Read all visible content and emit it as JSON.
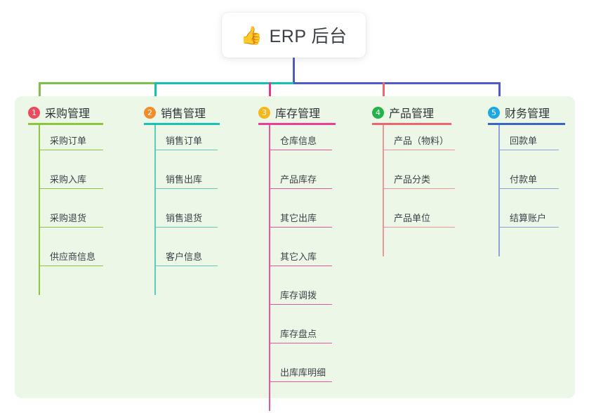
{
  "root": {
    "emoji": "👍",
    "emoji_name": "thumbs-up-icon",
    "label": "ERP 后台"
  },
  "theme": {
    "panel_bg": "#EDF7E8",
    "page_bg": "#FFFFFF",
    "text": "#3d4248",
    "stem": "#4E5BC6"
  },
  "connectors": {
    "stem_color": "#4E5BC6",
    "segments": [
      {
        "name": "green-segment",
        "color": "#7BC24B"
      },
      {
        "name": "teal-segment",
        "color": "#13C2AE"
      },
      {
        "name": "purple-segment",
        "color": "#4E5BC6"
      }
    ],
    "drops": [
      {
        "name": "drop-purchasing",
        "color": "#7BC24B"
      },
      {
        "name": "drop-sales",
        "color": "#13C2AE"
      },
      {
        "name": "drop-inventory",
        "color": "#E8338F"
      },
      {
        "name": "drop-product",
        "color": "#F0656B"
      },
      {
        "name": "drop-finance",
        "color": "#4E5BC6"
      }
    ]
  },
  "columns": [
    {
      "id": "purchasing",
      "index": "1",
      "title": "采购管理",
      "badge_color": "#EE4A5F",
      "rule_color": "#8CC63F",
      "line_color": "#8CC63F",
      "items": [
        "采购订单",
        "采购入库",
        "采购退货",
        "供应商信息"
      ]
    },
    {
      "id": "sales",
      "index": "2",
      "title": "销售管理",
      "badge_color": "#F28C28",
      "rule_color": "#19C2B4",
      "line_color": "#5FC9BE",
      "items": [
        "销售订单",
        "销售出库",
        "销售退货",
        "客户信息"
      ]
    },
    {
      "id": "inventory",
      "index": "3",
      "title": "库存管理",
      "badge_color": "#F5B719",
      "rule_color": "#EE3D96",
      "line_color": "#E8579E",
      "items": [
        "仓库信息",
        "产品库存",
        "其它出库",
        "其它入库",
        "库存调拨",
        "库存盘点",
        "出库库明细"
      ]
    },
    {
      "id": "product",
      "index": "4",
      "title": "产品管理",
      "badge_color": "#24B24C",
      "rule_color": "#F0656B",
      "line_color": "#F29397",
      "items": [
        "产品（物料）",
        "产品分类",
        "产品单位"
      ]
    },
    {
      "id": "finance",
      "index": "5",
      "title": "财务管理",
      "badge_color": "#1CA8E2",
      "rule_color": "#3A64C8",
      "line_color": "#8DA3DE",
      "items": [
        "回款单",
        "付款单",
        "结算账户"
      ]
    }
  ]
}
